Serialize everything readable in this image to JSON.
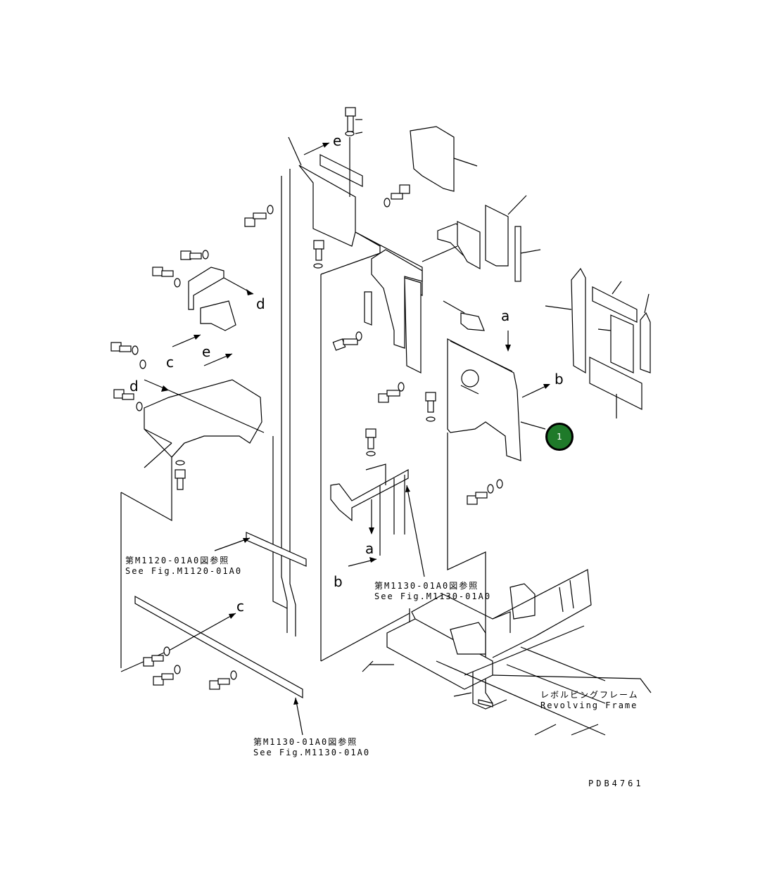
{
  "diagram": {
    "drawing_code": "PDB4761",
    "callout": {
      "number": "1",
      "color": "#1f7a2a"
    },
    "letters": {
      "a": "a",
      "b": "b",
      "c": "c",
      "d": "d",
      "e": "e"
    },
    "references": {
      "m1120": {
        "jp": "第M1120-01A0図参照",
        "en": "See Fig.M1120-01A0"
      },
      "m1130_upper": {
        "jp": "第M1130-01A0図参照",
        "en": "See Fig.M1130-01A0"
      },
      "m1130_lower": {
        "jp": "第M1130-01A0図参照",
        "en": "See Fig.M1130-01A0"
      }
    },
    "frame_label": {
      "jp": "レボルビングフレーム",
      "en": "Revolving Frame"
    }
  }
}
